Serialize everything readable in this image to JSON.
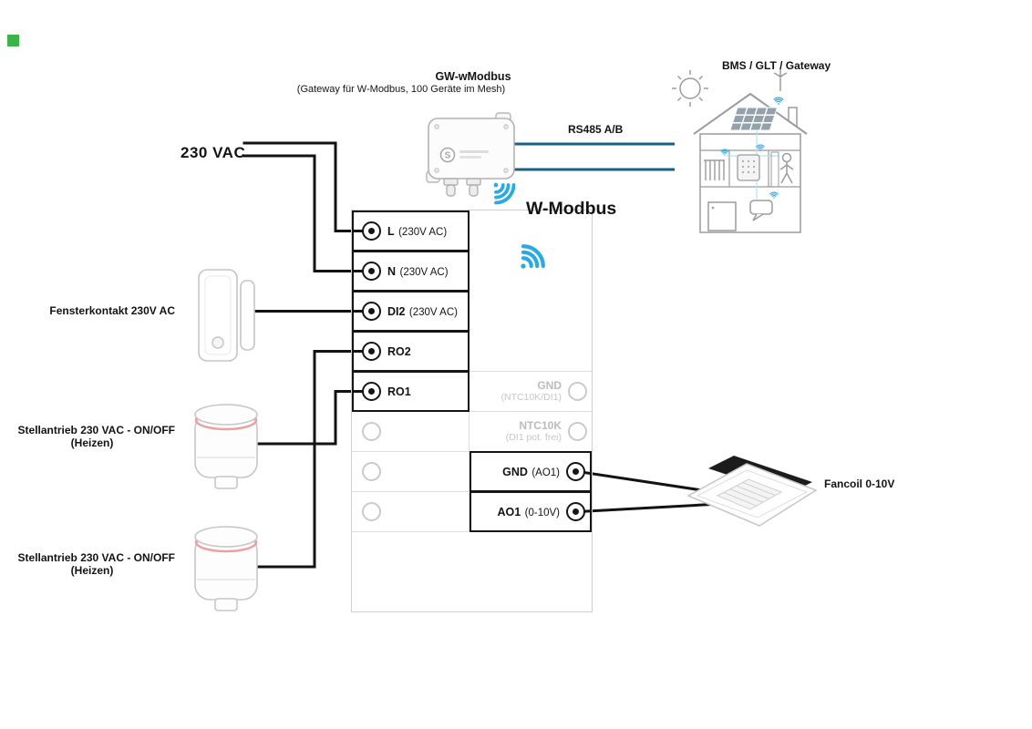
{
  "title": {
    "wmodbus": "W-Modbus"
  },
  "gateway": {
    "name": "GW-wModbus",
    "subtitle": "(Gateway für W-Modbus, 100 Geräte im Mesh)",
    "logo": "S"
  },
  "labels": {
    "bms": "BMS / GLT / Gateway",
    "rs485": "RS485 A/B",
    "power": "230 VAC",
    "fancoil": "Fancoil 0-10V",
    "window_contact": "Fensterkontakt 230V AC",
    "actuator1_line1": "Stellantrieb 230 VAC - ON/OFF",
    "actuator1_line2": "(Heizen)",
    "actuator2_line1": "Stellantrieb 230 VAC - ON/OFF",
    "actuator2_line2": "(Heizen)"
  },
  "terminals": {
    "left": [
      {
        "name": "L",
        "suffix": "(230V AC)"
      },
      {
        "name": "N",
        "suffix": "(230V AC)"
      },
      {
        "name": "DI2",
        "suffix": "(230V AC)"
      },
      {
        "name": "RO2",
        "suffix": ""
      },
      {
        "name": "RO1",
        "suffix": ""
      }
    ],
    "right_inactive": [
      {
        "name": "GND",
        "suffix": "(NTC10K/DI1)"
      },
      {
        "name": "NTC10K",
        "suffix": "(DI1 pot. frei)"
      }
    ],
    "right_active": [
      {
        "name": "GND",
        "suffix": "(AO1)"
      },
      {
        "name": "AO1",
        "suffix": "(0-10V)"
      }
    ]
  },
  "colors": {
    "wifi": "#29abe2",
    "rs485_line": "#175f84",
    "wire": "#131313",
    "inactive_gray": "#bcbcbc",
    "marker_green": "#3cb44a"
  }
}
